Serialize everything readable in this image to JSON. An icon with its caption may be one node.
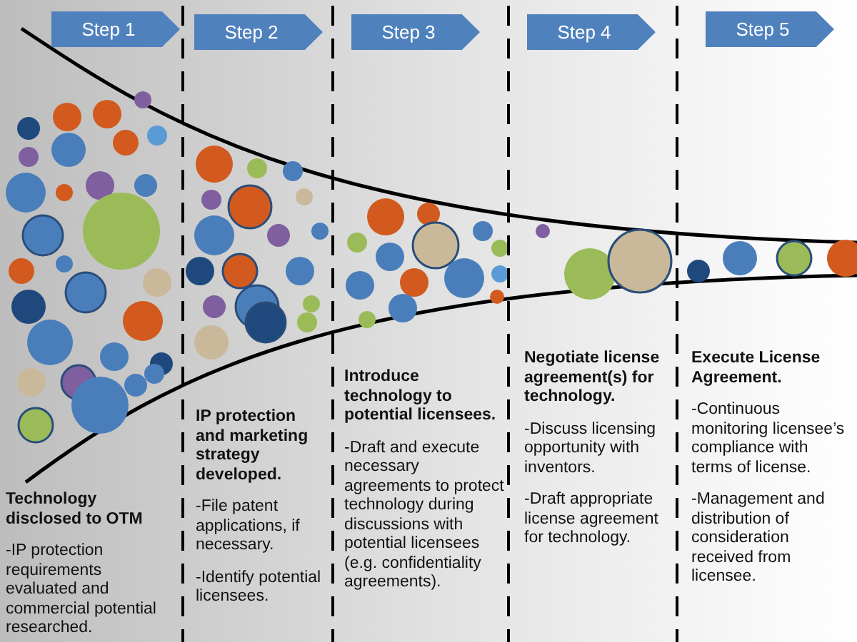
{
  "diagram": {
    "nodes": [
      {
        "text": [
          "Step 1"
        ],
        "beside": [
          "Technology disclosed to OTM",
          "-IP protection requirements evaluated and commercial potential researched."
        ]
      },
      {
        "text": [
          "Step 2"
        ],
        "beside": [
          "IP protection and marketing strategy developed.",
          "-File patent applications, if necessary.",
          "-Identify potential licensees."
        ]
      },
      {
        "text": [
          "Step 3"
        ],
        "beside": [
          "Introduce technology to potential licensees.",
          "-Draft and execute necessary agreements to protect technology during discussions with potential licensees (e.g. confidentiality agreements)."
        ]
      },
      {
        "text": [
          "Step 4"
        ],
        "beside": [
          "Negotiate license agreement(s) for technology.",
          "-Discuss licensing opportunity with inventors.",
          "-Draft appropriate license agreement for technology."
        ]
      },
      {
        "text": [
          "Step 5"
        ],
        "beside": [
          "Execute License Agreement.",
          "-Continuous monitoring licensee’s compliance with terms of license.",
          "-Management and distribution of consideration received from licensee."
        ]
      }
    ]
  }
}
